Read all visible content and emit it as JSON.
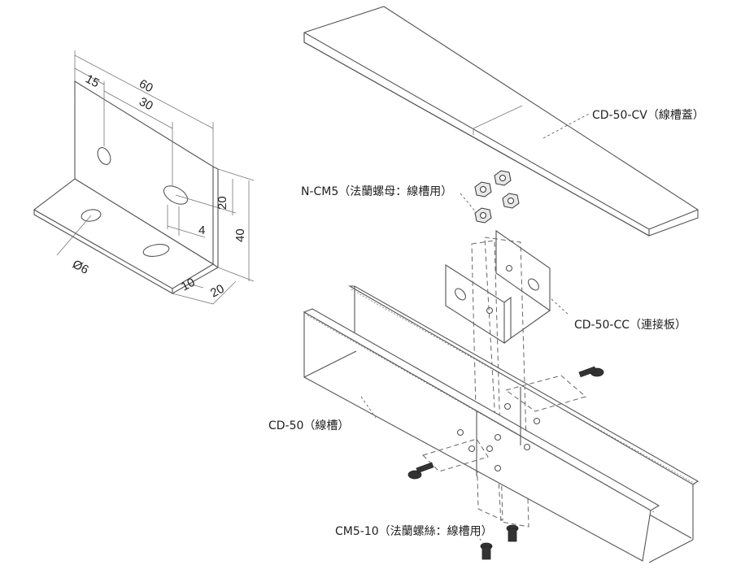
{
  "bracket_dims": {
    "d15": "15",
    "d60": "60",
    "d30": "30",
    "d20a": "20",
    "d40": "40",
    "d4": "4",
    "d10": "10",
    "d20b": "20",
    "hole": "Ø6"
  },
  "labels": {
    "cover": "CD-50-CV（線槽蓋）",
    "nut": "N-CM5（法蘭螺母：線槽用）",
    "connector": "CD-50-CC（連接板）",
    "duct": "CD-50（線槽）",
    "screw": "CM5-10（法蘭螺絲：線槽用）"
  }
}
